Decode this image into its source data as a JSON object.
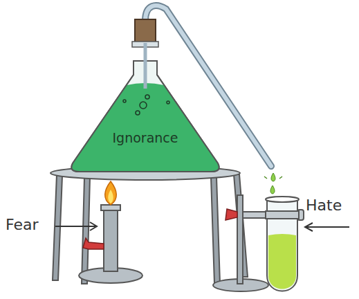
{
  "diagram": {
    "nodes": [
      {
        "text": [
          "Ignorance"
        ]
      }
    ],
    "labels": [
      "Fear",
      "Hate"
    ]
  }
}
